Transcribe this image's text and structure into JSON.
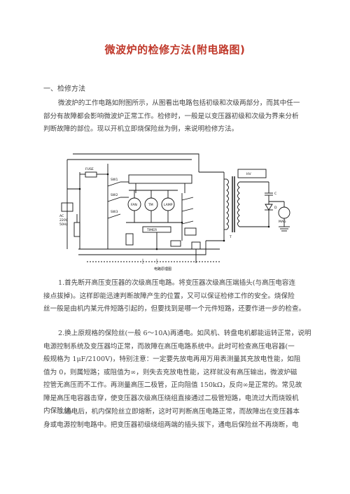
{
  "document": {
    "title": "微波炉的检修方法(附电路图)",
    "section_heading": "一、检修方法",
    "paragraphs": [
      {
        "lines": [
          "微波炉的工作电路如附图所示，从图看出电路包括初级和次级两部分，而其中任一",
          "部分有故障都会影响微波炉正常工作。检修时，一般是以变压器初级和次级为界来分析",
          "判断故障的部位。现以开机立即烧保险丝为例，来说明检修方法。"
        ]
      },
      {
        "lines": [
          "1.首先断开高压变压器的次级高压电路。将变压器次级高压端插头(与高压电容连",
          "接点拔掉)。这样即能迅速判断故障产生的位置，又可以保证检修工作的安全。烧保险",
          "丝一般是由机内某元件短路引起的，但要找到是哪一个元件短路，还要作进一步的检查。"
        ]
      },
      {
        "lines": [
          "2.换上原规格的保险丝(一般 6～10A)再通电。如风机、转盘电机都能运转正常，说明",
          "电源控制系统及变压器均正常，而故障在高压电路系统中。此时可检查高压电容器(一",
          "般规格为 1μF/2100V)，特别注意：一定要先放电再用万用表测量其充放电性能，如阻",
          "值为 0，则属短路；或阻值为∞，则失去充放电性能，这样就没有高压输出，微波炉磁",
          "控管无高压而不工作。再测量高压二极管，正向阻值 150kΩ，反向∞是正常的。常见故",
          "障是高压电容器击穿，使变压器次级高压绕组直接通过二极管短路，电流过大而烧毁机",
          "内保险丝。"
        ]
      },
      {
        "lines": [
          "3.通电后，机内保险丝立即熔断，这时可判断高压电路正常，而故障出在变压器本",
          "身或电源控制电路中。把变压器初级绕组两端的插头拔下，通电后保险丝不再烧断，电"
        ]
      }
    ],
    "diagram": {
      "caption": "电路原理图",
      "labels": [
        "AC",
        "220V",
        "50Hz",
        "FUSE",
        "SW1",
        "SW2",
        "SW3",
        "FAN",
        "TM",
        "LAMP",
        "TIMER",
        "T",
        "C",
        "D",
        "MAG",
        "HV"
      ]
    }
  }
}
